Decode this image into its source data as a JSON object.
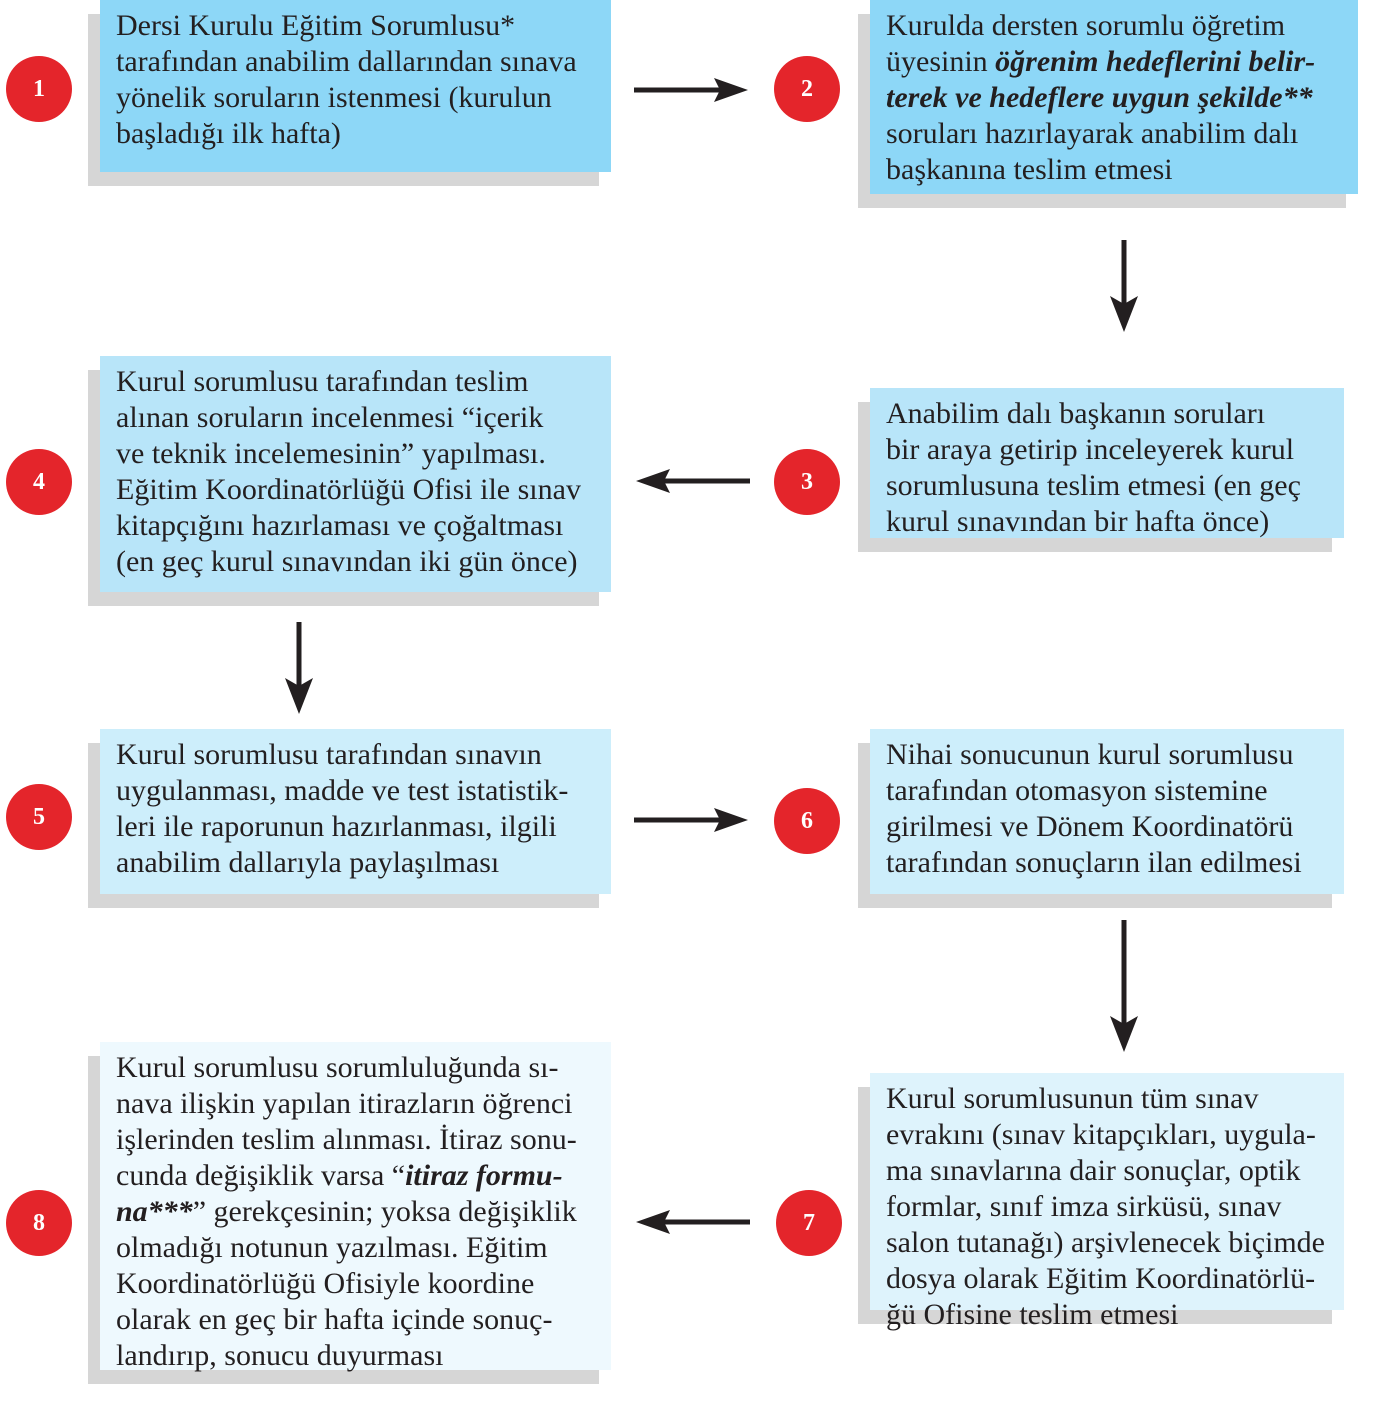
{
  "steps": [
    {
      "number": "1",
      "color": "#8dd7f7",
      "text": "Dersi Kurulu Eğitim Sorumlusu*\ntarafından anabilim dallarından sınava\nyönelik soruların istenmesi (kurulun\nbaşladığı ilk hafta)"
    },
    {
      "number": "2",
      "color": "#8dd7f7",
      "text_before": "Kurulda dersten sorumlu öğretim\nüyesinin ",
      "text_emphasis": "öğrenim hedeflerini belir-\nterek ve hedeflere uygun şekilde**",
      "text_after": "\nsoruları hazırlayarak anabilim dalı\nbaşkanına teslim etmesi"
    },
    {
      "number": "3",
      "color": "#b8e5f9",
      "text": "Anabilim dalı başkanın soruları\nbir araya getirip inceleyerek kurul\nsorumlusuna teslim etmesi (en geç\nkurul sınavından bir hafta önce)"
    },
    {
      "number": "4",
      "color": "#b8e5f9",
      "text": "Kurul sorumlusu tarafından teslim\nalınan soruların incelenmesi “içerik\nve teknik incelemesinin” yapılması.\nEğitim Koordinatörlüğü Ofisi ile sınav\nkitapçığını hazırlaması ve çoğaltması\n(en geç kurul sınavından iki gün önce)"
    },
    {
      "number": "5",
      "color": "#cdeefb",
      "text": "Kurul sorumlusu tarafından sınavın\nuygulanması, madde ve test istatistik-\nleri ile raporunun hazırlanması, ilgili\nanabilim dallarıyla paylaşılması"
    },
    {
      "number": "6",
      "color": "#cdeefb",
      "text": "Nihai sonucunun kurul sorumlusu\ntarafından otomasyon sistemine\ngirilmesi ve Dönem Koordinatörü\ntarafından sonuçların ilan edilmesi"
    },
    {
      "number": "7",
      "color": "#def3fc",
      "text": "Kurul sorumlusunun tüm sınav\nevrakını (sınav kitapçıkları, uygula-\nma sınavlarına dair sonuçlar, optik\nformlar, sınıf imza sirküsü, sınav\nsalon tutanağı) arşivlenecek biçimde\ndosya olarak Eğitim Koordinatörlü-\nğü Ofisine teslim etmesi"
    },
    {
      "number": "8",
      "color": "#eef9fe",
      "text_before": "Kurul sorumlusu sorumluluğunda sı-\nnava ilişkin yapılan itirazların öğrenci\nişlerinden teslim alınması. İtiraz sonu-\ncunda değişiklik varsa “",
      "text_emphasis": "itiraz formu-\nna***",
      "text_after": "” gerekçesinin; yoksa değişiklik\nolmadığı notunun yazılması. Eğitim\nKoordinatörlüğü Ofisiyle koordine\nolarak en geç bir hafta içinde sonuç-\nlandırıp, sonucu duyurması"
    }
  ],
  "colors": {
    "badge": "#e4252b",
    "arrow": "#231f20",
    "shadow": "#d6d6d6"
  }
}
